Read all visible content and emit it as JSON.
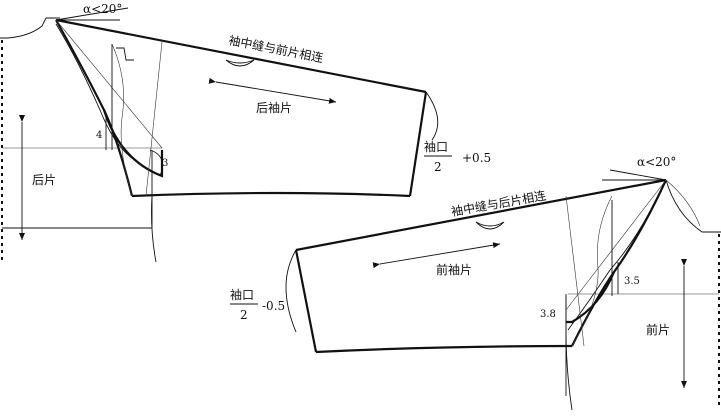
{
  "back_sleeve": {
    "angle_label": "α<20°",
    "seam_label": "袖中缝与前片相连",
    "panel_label": "后袖片",
    "cuff_label_top": "袖口",
    "cuff_label_bottom": "2",
    "cuff_adjust": "+0.5",
    "measure_4": "4",
    "measure_3": "3",
    "body_label": "后片"
  },
  "front_sleeve": {
    "angle_label": "α<20°",
    "seam_label": "袖中缝与后片相连",
    "panel_label": "前袖片",
    "cuff_label_top": "袖口",
    "cuff_label_bottom": "2",
    "cuff_adjust": "-0.5",
    "measure_3_5": "3.5",
    "measure_3_8": "3.8",
    "body_label": "前片"
  }
}
